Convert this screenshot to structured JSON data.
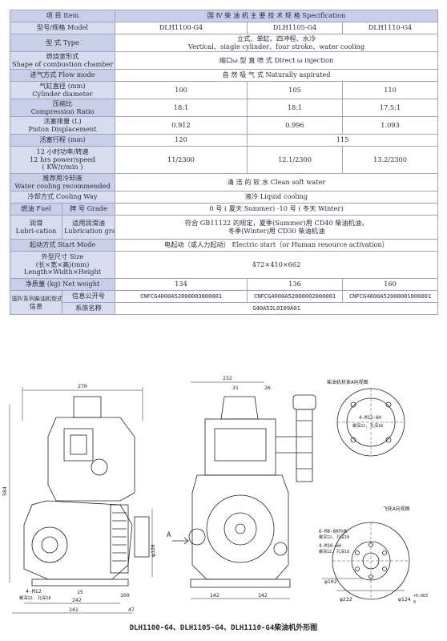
{
  "header": {
    "label": "项 目 Item",
    "title": "国 Ⅳ 柴 油 机 主 要 技 术 规 格 Specification"
  },
  "model": {
    "label": "型号/规格 Model",
    "values": [
      "DLH1100-G4",
      "DLH1105-G4",
      "DLH1110-G4"
    ]
  },
  "type": {
    "label": "型 式 Type",
    "value_cn": "立式、单缸、四冲程、水冷",
    "value_en": "Vertical、single cylinder、four stroke、water cooling"
  },
  "combustion": {
    "label_cn": "燃烧室形式",
    "label_en": "Shape of combustion chamber",
    "value": "缩口ω 型 直 喷 式 Direct ω injection"
  },
  "intake": {
    "label": "进气方式 Flow mode",
    "value": "自 然 吸 气 式 Naturally aspirated"
  },
  "bore": {
    "label_cn": "气缸直径 (mm)",
    "label_en": "Cylinder diameter",
    "values": [
      "100",
      "105",
      "110"
    ]
  },
  "compression": {
    "label_cn": "压缩比",
    "label_en": "Compression Ratio",
    "values": [
      "18:1",
      "18:1",
      "17.5:1"
    ]
  },
  "displacement": {
    "label_cn": "活塞排量 (L)",
    "label_en": "Piston Displacement",
    "values": [
      "0.912",
      "0.996",
      "1.093"
    ]
  },
  "stroke": {
    "label": "活塞行程 (mm)",
    "values": [
      "120",
      "115"
    ]
  },
  "power": {
    "label_1": "12 小时功率/转速",
    "label_2": "12 hrs power/speed",
    "label_3": "( KW/r/min )",
    "values": [
      "11/2300",
      "12.1/2300",
      "13.2/2300"
    ]
  },
  "coolant": {
    "label_cn": "推荐用冷却液",
    "label_en": "Water cooling recommended",
    "value": "清 洁 的 软 水 Clean soft water"
  },
  "cooling": {
    "label": "冷却方式 Cooling Way",
    "value": "液冷 Liquid cooling"
  },
  "fuel": {
    "label": "燃油 Fuel",
    "grade_label": "牌 号 Grade",
    "value": "0 号 ( 夏天 Summer)   -10 号 ( 冬天 Winter)"
  },
  "lube": {
    "label_cn": "润滑",
    "label_en": "Lubri-cation",
    "grade_label_cn": "适用润滑油",
    "grade_label_en": "Lubrication grade",
    "value_1": "符合 GB11122 的规定，夏季(Summer)用 CD40 柴油机油，",
    "value_2": "冬季(Winter)用 CD30 柴油机油"
  },
  "start": {
    "label": "起动方式 Start Mode",
    "value": "电起动（或人力起动）   Electric start（or Human resource activation）"
  },
  "size": {
    "label_1": "外型尺寸 Size",
    "label_2": "(长×宽×高)(mm)",
    "label_3": "Length×Width×Height",
    "value": "472×410×662"
  },
  "weight": {
    "label": "净质量 (kg)  Net weight",
    "values": [
      "134",
      "136",
      "160"
    ]
  },
  "approval": {
    "label_1": "国Ⅳ系列柴油机型式核准",
    "label_2": "信息",
    "info_label": "信息公开号",
    "info_values": [
      "CNFCG4000A52000003000001",
      "CNFCG4000A52000002000001",
      "CNFCG4000A52000001000001"
    ],
    "family_label": "系族名称",
    "family_value": "G40A52L0109A01"
  },
  "drawing": {
    "dims_left": [
      "270",
      "584",
      "242",
      "241",
      "15",
      "109",
      "47"
    ],
    "dims_mid": [
      "232",
      "31",
      "26",
      "142",
      "142"
    ],
    "thread_left": [
      "4-M12",
      "螺深22, 孔深18"
    ],
    "mark_a": "A",
    "dia_320": "φ320",
    "view_a_title": "柴油机机体A向视图",
    "view_a_thread": [
      "4-M12-6H",
      "螺深22, 孔深18"
    ],
    "flywheel_title": "飞轮A向视图",
    "flywheel_notes": [
      "6-M8-6H均布",
      "螺深12, 孔深18",
      "4-M10-6H",
      "螺深12, 孔深18"
    ],
    "flywheel_dims": [
      "φ102",
      "φ232",
      "φ124",
      "+0.063",
      "0"
    ]
  },
  "caption": "DLH1100-G4、DLH1105-G4、DLH1110-G4柴油机外形图"
}
